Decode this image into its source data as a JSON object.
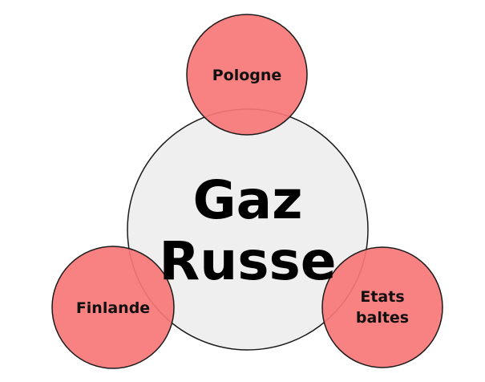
{
  "colors": {
    "center_fill": "#efefef",
    "outer_fill": "#f77677",
    "stroke": "#1a1a1a"
  },
  "center": {
    "line1": "Gaz",
    "line2": "Russe"
  },
  "nodes": {
    "top": {
      "label": "Pologne"
    },
    "left": {
      "label": "Finlande"
    },
    "right": {
      "line1": "Etats",
      "line2": "baltes"
    }
  }
}
